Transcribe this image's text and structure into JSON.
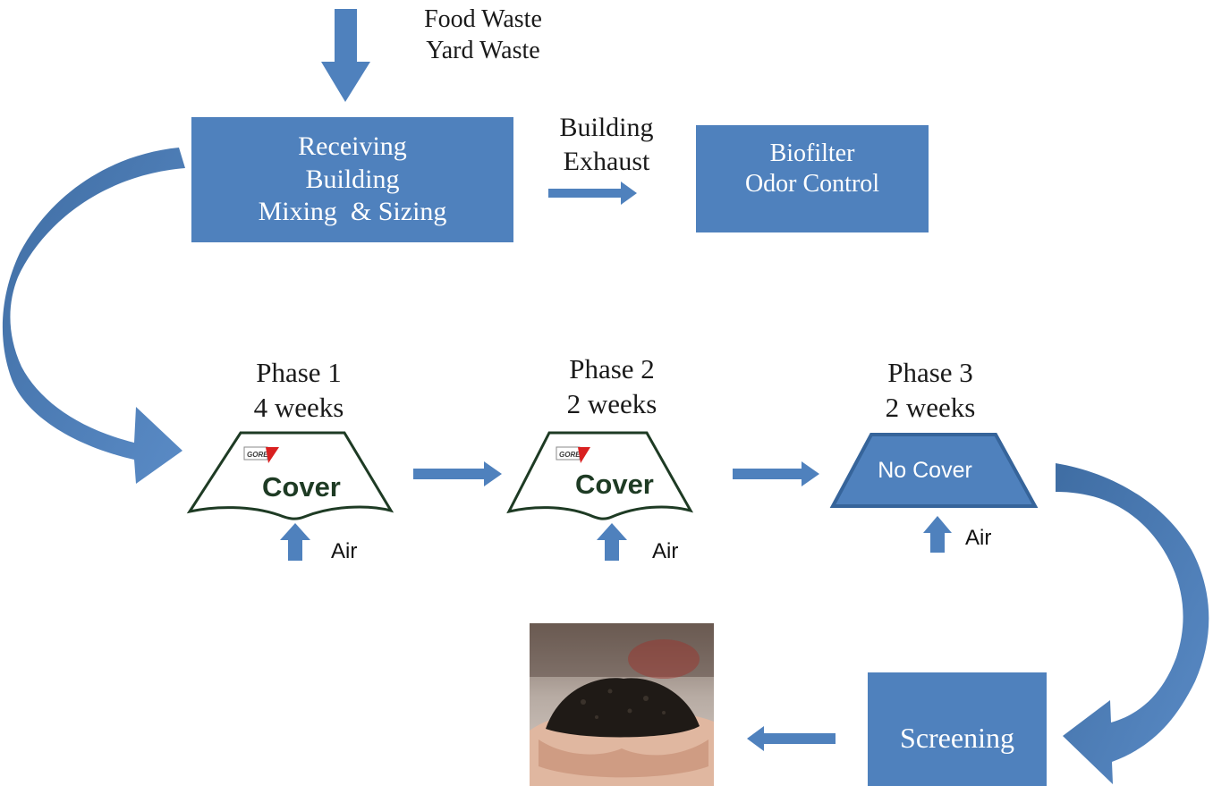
{
  "inputs": {
    "line1": "Food Waste",
    "line2": "Yard Waste"
  },
  "receiving": {
    "line1": "Receiving",
    "line2": "Building",
    "line3": "Mixing  & Sizing"
  },
  "exhaust": {
    "line1": "Building",
    "line2": "Exhaust"
  },
  "biofilter": {
    "line1": "Biofilter",
    "line2": "Odor Control"
  },
  "phases": [
    {
      "name": "Phase 1",
      "duration": "4 weeks",
      "cover_label": "Cover",
      "logo": "GORE",
      "air_label": "Air"
    },
    {
      "name": "Phase 2",
      "duration": "2 weeks",
      "cover_label": "Cover",
      "logo": "GORE",
      "air_label": "Air"
    },
    {
      "name": "Phase 3",
      "duration": "2 weeks",
      "cover_label": "No Cover",
      "air_label": "Air"
    }
  ],
  "screening": {
    "label": "Screening"
  },
  "colors": {
    "box_fill": "#4f81bd",
    "arrow_fill": "#4f81bd",
    "curved_arrow_fill": "#4a76ac",
    "cover_outline": "#1e3b24",
    "no_cover_fill": "#4f81bd",
    "no_cover_border": "#36649a",
    "logo_red": "#d92020"
  },
  "photo": {
    "icon": "compost-in-hands-photo"
  }
}
